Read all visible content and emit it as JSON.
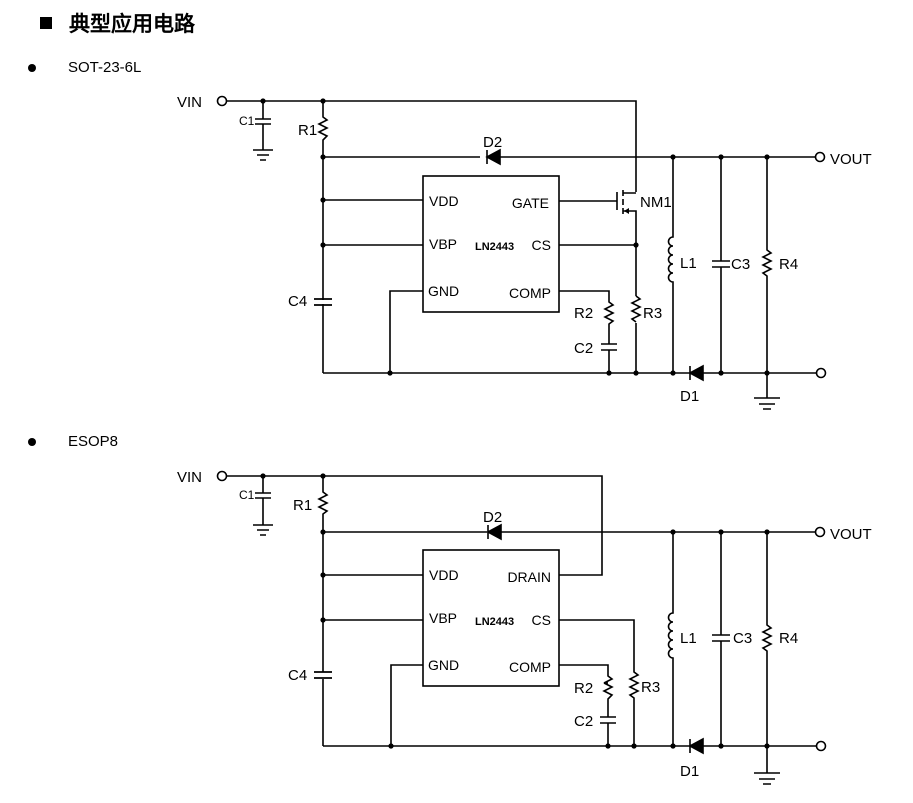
{
  "section": {
    "icon": "square-bullet-icon",
    "title": "典型应用电路"
  },
  "circuits": [
    {
      "package": "SOT-23-6L",
      "chip": "LN2443",
      "pins_left": [
        "VDD",
        "VBP",
        "GND"
      ],
      "pins_right": [
        "GATE",
        "CS",
        "COMP"
      ],
      "labels": {
        "vin": "VIN",
        "vout": "VOUT",
        "c1": "C1",
        "r1": "R1",
        "d2": "D2",
        "nm1": "NM1",
        "l1": "L1",
        "c3": "C3",
        "r4": "R4",
        "c4": "C4",
        "r2": "R2",
        "r3": "R3",
        "c2": "C2",
        "d1": "D1"
      }
    },
    {
      "package": "ESOP8",
      "chip": "LN2443",
      "pins_left": [
        "VDD",
        "VBP",
        "GND"
      ],
      "pins_right": [
        "DRAIN",
        "CS",
        "COMP"
      ],
      "labels": {
        "vin": "VIN",
        "vout": "VOUT",
        "c1": "C1",
        "r1": "R1",
        "d2": "D2",
        "l1": "L1",
        "c3": "C3",
        "r4": "R4",
        "c4": "C4",
        "r2": "R2",
        "r3": "R3",
        "c2": "C2",
        "d1": "D1"
      }
    }
  ]
}
